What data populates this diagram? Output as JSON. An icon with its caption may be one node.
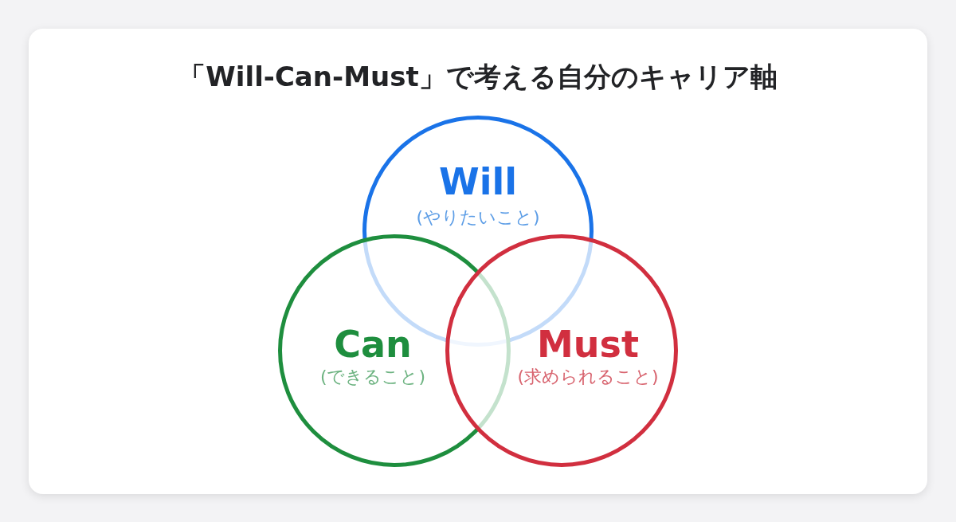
{
  "diagram": {
    "title": "「Will-Can-Must」で考える自分のキャリア軸",
    "nodes": [
      {
        "text": [
          "Will",
          "(やりたいこと)"
        ]
      },
      {
        "text": [
          "Can",
          "(できること)"
        ]
      },
      {
        "text": [
          "Must",
          "(求められること)"
        ]
      }
    ]
  }
}
